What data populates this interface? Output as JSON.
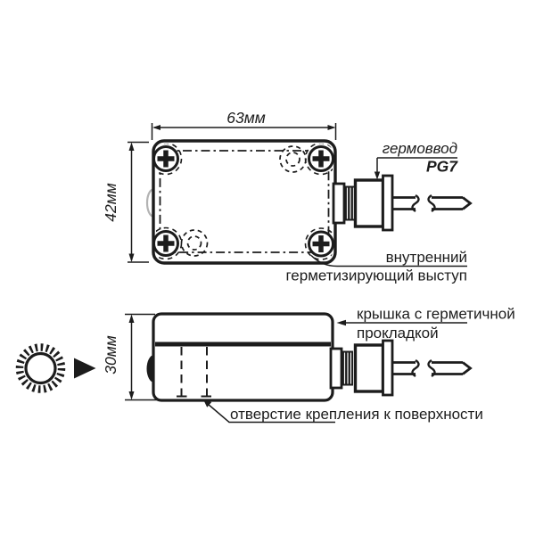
{
  "colors": {
    "line": "#1c1c1c",
    "bg": "#ffffff",
    "muted": "#b3b3b3"
  },
  "top_view": {
    "width_dim": "63мм",
    "height_dim": "42мм",
    "gland_label": "гермоввод",
    "gland_type": "PG7",
    "seal_note_line1": "внутренний",
    "seal_note_line2": "герметизирующий выступ"
  },
  "side_view": {
    "height_dim": "30мм",
    "cover_note_line1": "крышка с герметичной",
    "cover_note_line2": "прокладкой",
    "mount_hole_note": "отверстие крепления к поверхности"
  },
  "icons": {
    "light_source": "sun-icon",
    "light_direction": "right-arrow-icon"
  }
}
